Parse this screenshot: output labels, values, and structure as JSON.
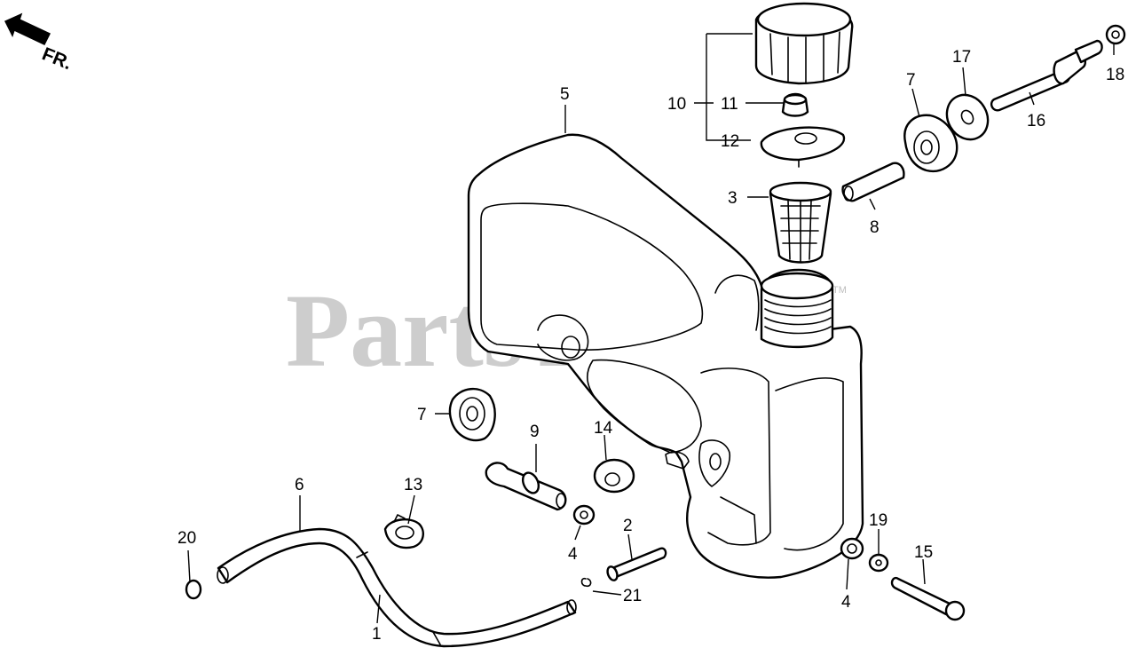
{
  "direction_label": "FR.",
  "watermark": {
    "text": "PartsTree",
    "trademark": "TM",
    "color": "#bdbdbd"
  },
  "callouts": [
    {
      "id": "c1",
      "label": "1"
    },
    {
      "id": "c2",
      "label": "2"
    },
    {
      "id": "c3",
      "label": "3"
    },
    {
      "id": "c4a",
      "label": "4"
    },
    {
      "id": "c4b",
      "label": "4"
    },
    {
      "id": "c5",
      "label": "5"
    },
    {
      "id": "c6",
      "label": "6"
    },
    {
      "id": "c7a",
      "label": "7"
    },
    {
      "id": "c7b",
      "label": "7"
    },
    {
      "id": "c8",
      "label": "8"
    },
    {
      "id": "c9",
      "label": "9"
    },
    {
      "id": "c10",
      "label": "10"
    },
    {
      "id": "c11",
      "label": "11"
    },
    {
      "id": "c12",
      "label": "12"
    },
    {
      "id": "c13",
      "label": "13"
    },
    {
      "id": "c14",
      "label": "14"
    },
    {
      "id": "c15",
      "label": "15"
    },
    {
      "id": "c16",
      "label": "16"
    },
    {
      "id": "c17",
      "label": "17"
    },
    {
      "id": "c18",
      "label": "18"
    },
    {
      "id": "c19",
      "label": "19"
    },
    {
      "id": "c20",
      "label": "20"
    },
    {
      "id": "c21",
      "label": "21"
    }
  ]
}
